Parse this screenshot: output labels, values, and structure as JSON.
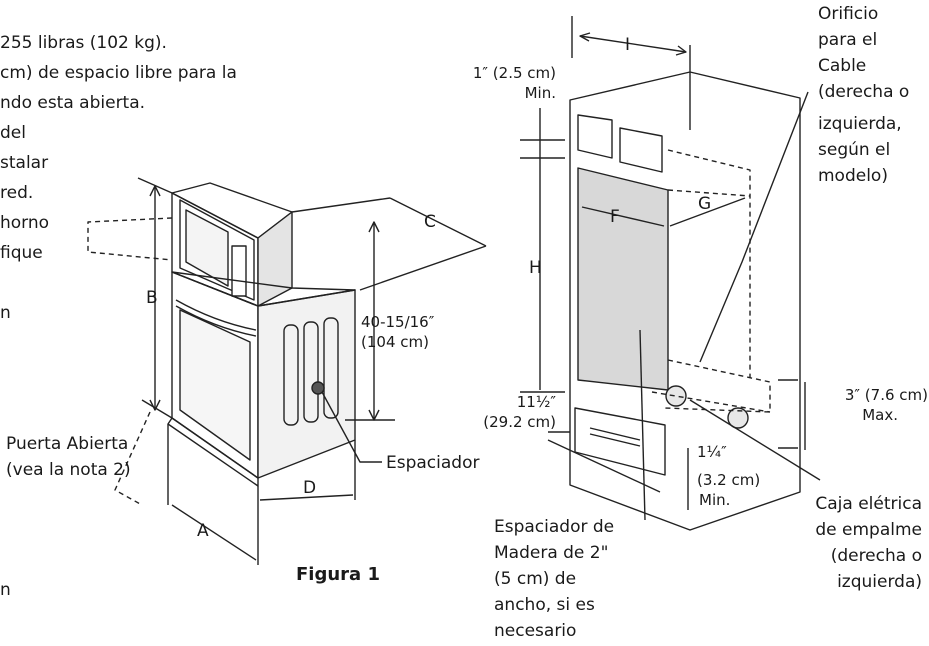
{
  "left_text": {
    "line1": "255 libras (102 kg).",
    "line2": "cm) de espacio libre para la",
    "line3": "ndo esta abierta.",
    "line4": "del",
    "line5": "stalar",
    "line6": "red.",
    "line7": "horno",
    "line8": "fique",
    "line9": "n",
    "line10": "n"
  },
  "figure1": {
    "caption": "Figura 1",
    "label_a": "A",
    "label_b": "B",
    "label_c": "C",
    "label_d": "D",
    "height_dim_line1": "40-15/16″",
    "height_dim_line2": "(104 cm)",
    "door_open_line1": "Puerta Abierta",
    "door_open_line2": "(vea la nota 2)",
    "spacer": "Espaciador"
  },
  "figure2": {
    "label_i": "I",
    "label_f": "F",
    "label_g": "G",
    "label_h": "H",
    "top_clearance_line1": "1″ (2.5 cm)",
    "top_clearance_line2": "Min.",
    "bottom_dim_line1": "11½″",
    "bottom_dim_line2": "(29.2 cm)",
    "max_dim_line1": "3″ (7.6 cm)",
    "max_dim_line2": "Max.",
    "min_dim_line1": "1¼″",
    "min_dim_line2": "(3.2 cm)",
    "min_dim_line3": "Min.",
    "cable_hole": [
      "Orificio",
      "para el",
      "Cable",
      "(derecha o",
      "izquierda,",
      "según el",
      "modelo)"
    ],
    "junction_box": [
      "Caja elétrica",
      "de empalme",
      "(derecha o",
      "izquierda)"
    ],
    "wood_spacer": [
      "Espaciador de",
      "Madera de 2\"",
      "(5 cm) de",
      "ancho, si es",
      "necesario"
    ]
  }
}
